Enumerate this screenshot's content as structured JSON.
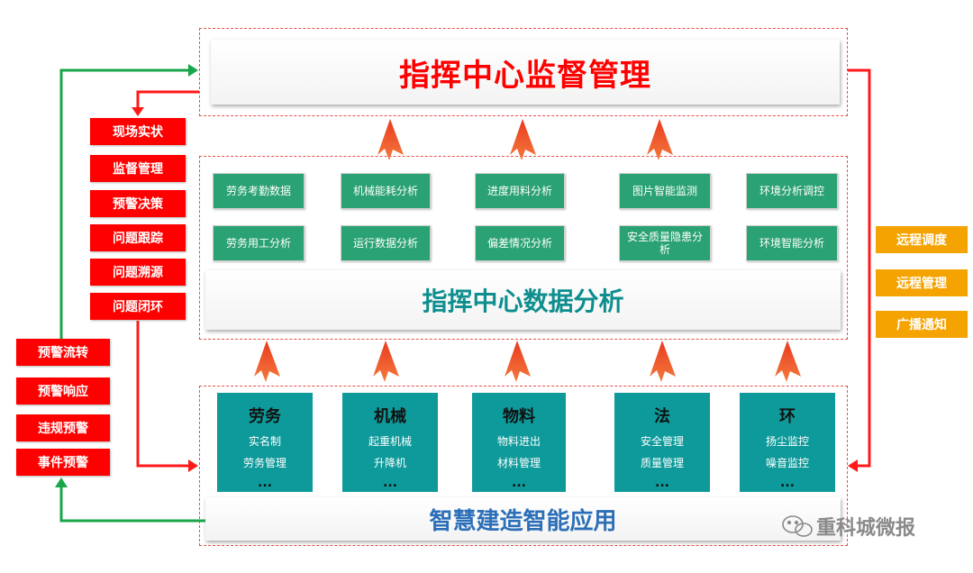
{
  "top_title": "指挥中心监督管理",
  "middle_title": "指挥中心数据分析",
  "bottom_title": "智慧建造智能应用",
  "left_red_upper": [
    "现场实状",
    "监督管理",
    "预警决策",
    "问题跟踪",
    "问题溯源",
    "问题闭环"
  ],
  "left_red_lower": [
    "预警流转",
    "预警响应",
    "违规预警",
    "事件预警"
  ],
  "right_orange": [
    "远程调度",
    "远程管理",
    "广播通知"
  ],
  "analysis_row1": [
    "劳务考勤数据",
    "机械能耗分析",
    "进度用料分析",
    "图片智能监测",
    "环境分析调控"
  ],
  "analysis_row2": [
    "劳务用工分析",
    "运行数据分析",
    "偏差情况分析",
    "安全质量隐患分析",
    "环境智能分析"
  ],
  "categories": [
    {
      "title": "劳务",
      "lines": [
        "实名制",
        "劳务管理"
      ],
      "more": "..."
    },
    {
      "title": "机械",
      "lines": [
        "起重机械",
        "升降机"
      ],
      "more": "..."
    },
    {
      "title": "物料",
      "lines": [
        "物料进出",
        "材料管理"
      ],
      "more": "..."
    },
    {
      "title": "法",
      "lines": [
        "安全管理",
        "质量管理"
      ],
      "more": "..."
    },
    {
      "title": "环",
      "lines": [
        "扬尘监控",
        "噪音监控"
      ],
      "more": "..."
    }
  ],
  "watermark": "重科城微报",
  "colors": {
    "red": "#ff0000",
    "green": "#19a64a",
    "orange": "#f5a300",
    "teal": "#0e9a9a",
    "analysis_green": "#2aa273"
  }
}
